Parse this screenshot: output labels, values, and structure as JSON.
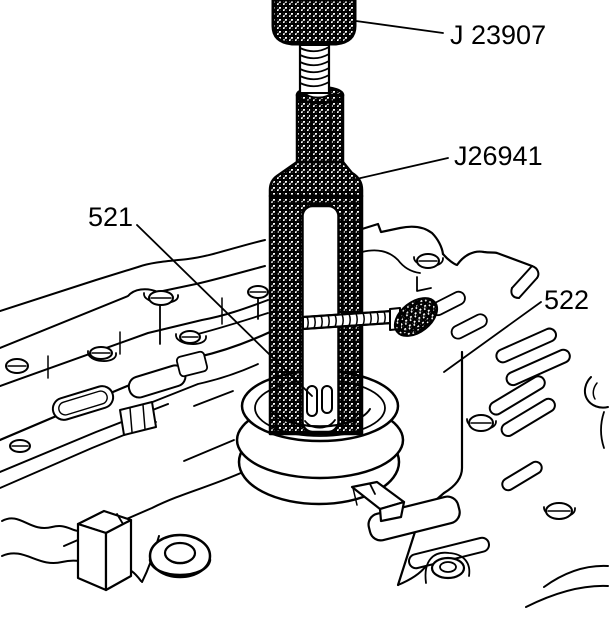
{
  "figure": {
    "background_color": "#ffffff",
    "line_color": "#000000",
    "texture": "stipple-dots",
    "callouts": {
      "tool_screw": {
        "label": "J 23907"
      },
      "installer_tool": {
        "label": "J26941"
      },
      "item_521": {
        "label": "521"
      },
      "item_522": {
        "label": "522"
      }
    }
  }
}
